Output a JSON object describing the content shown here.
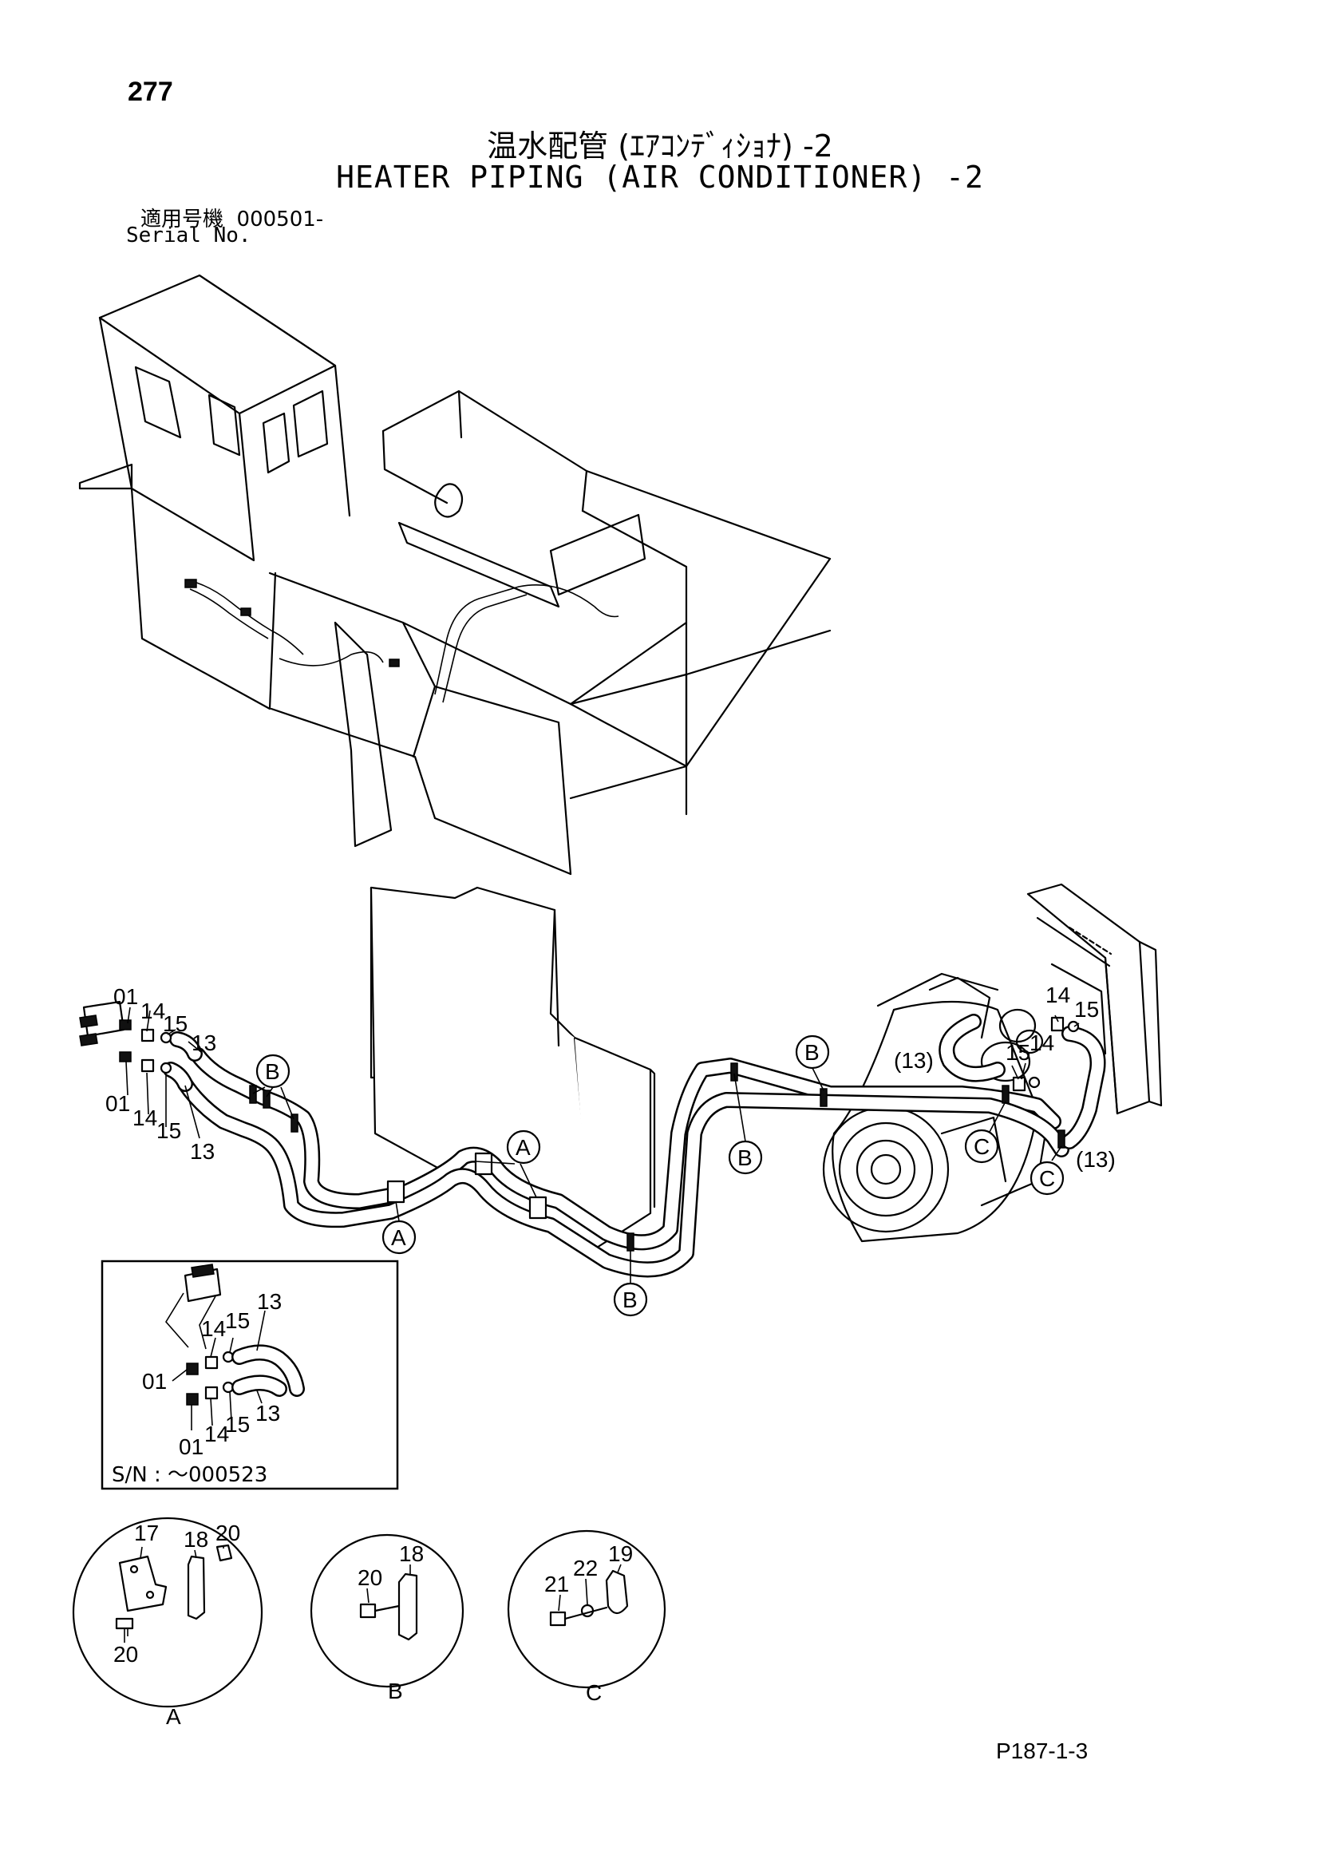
{
  "page": {
    "number": "277",
    "title_jp": "温水配管 (ｴｱｺﾝﾃﾞｨｼｮﾅ) -2",
    "title_en": "HEATER PIPING (AIR CONDITIONER) -2",
    "serial_label_jp": "適用号機",
    "serial_value": "000501-",
    "serial_label_en": "Serial No.",
    "catalog_code": "P187-1-3"
  },
  "callouts": {
    "part_01": "01",
    "part_13": "13",
    "part_13_paren": "(13)",
    "part_14": "14",
    "part_15": "15",
    "part_17": "17",
    "part_18": "18",
    "part_19": "19",
    "part_20": "20",
    "part_21": "21",
    "part_22": "22"
  },
  "view_markers": {
    "a": "A",
    "b": "B",
    "c": "C"
  },
  "inset": {
    "serial_note": "S/N : ～000523"
  }
}
